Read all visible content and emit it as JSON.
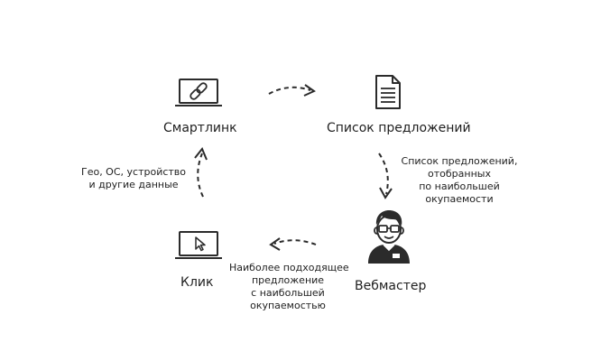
{
  "nodes": {
    "smartlink": {
      "label": "Смартлинк",
      "icon": "laptop-link-icon"
    },
    "offers": {
      "label": "Список предложений",
      "icon": "document-icon"
    },
    "webmaster": {
      "label": "Вебмастер",
      "icon": "person-glasses-icon"
    },
    "click": {
      "label": "Клик",
      "icon": "laptop-cursor-icon"
    }
  },
  "notes": {
    "geo": [
      "Гео, ОС, устройство",
      "и другие данные"
    ],
    "selected": [
      "Список предложений,",
      "отобранных",
      "по наибольшей",
      "окупаемости"
    ],
    "best": [
      "Наиболее подходящее",
      "предложение",
      "с наибольшей",
      "окупаемостью"
    ]
  },
  "arrows": [
    "arrow-smartlink-to-offers",
    "arrow-offers-to-webmaster",
    "arrow-webmaster-to-click",
    "arrow-click-to-smartlink"
  ],
  "colors": {
    "stroke": "#2b2b2b",
    "text": "#1f1f1f"
  }
}
